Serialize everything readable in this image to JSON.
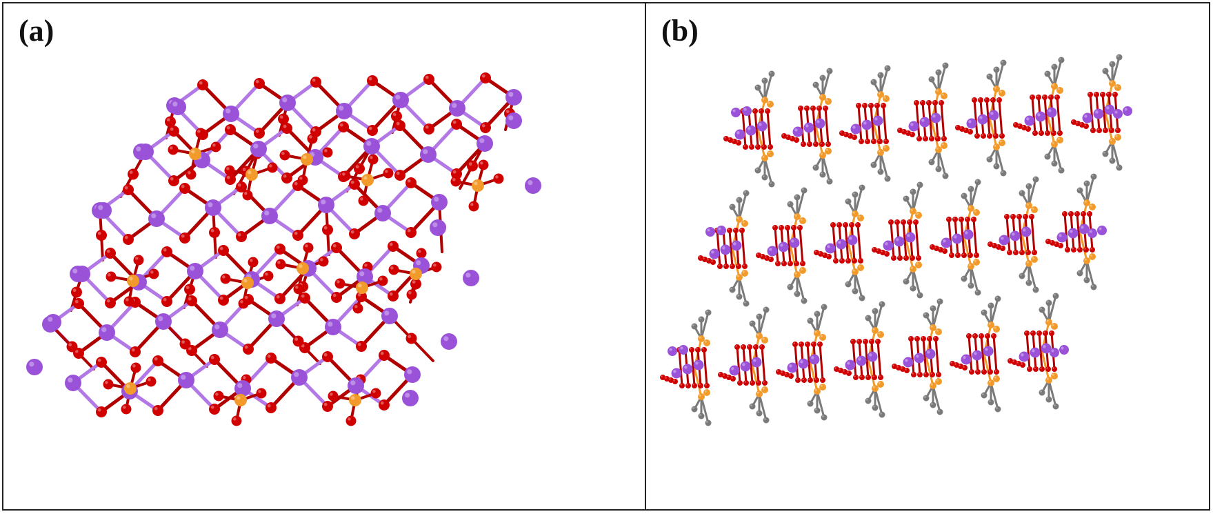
{
  "panels": [
    {
      "label": "(a)",
      "view": "layer-network"
    },
    {
      "label": "(b)",
      "view": "stacked-layers"
    }
  ],
  "colors": {
    "metal": "#9a52d9",
    "oxygen": "#d00000",
    "phosphorus": "#f29a2a",
    "carbon": "#7a7a7a",
    "bond_oxygen": "#b00000",
    "bond_metal": "#b279e6",
    "border": "#222222"
  },
  "atoms": [
    "metal-atom",
    "oxygen-atom",
    "phosphorus-atom",
    "carbon-atom"
  ]
}
